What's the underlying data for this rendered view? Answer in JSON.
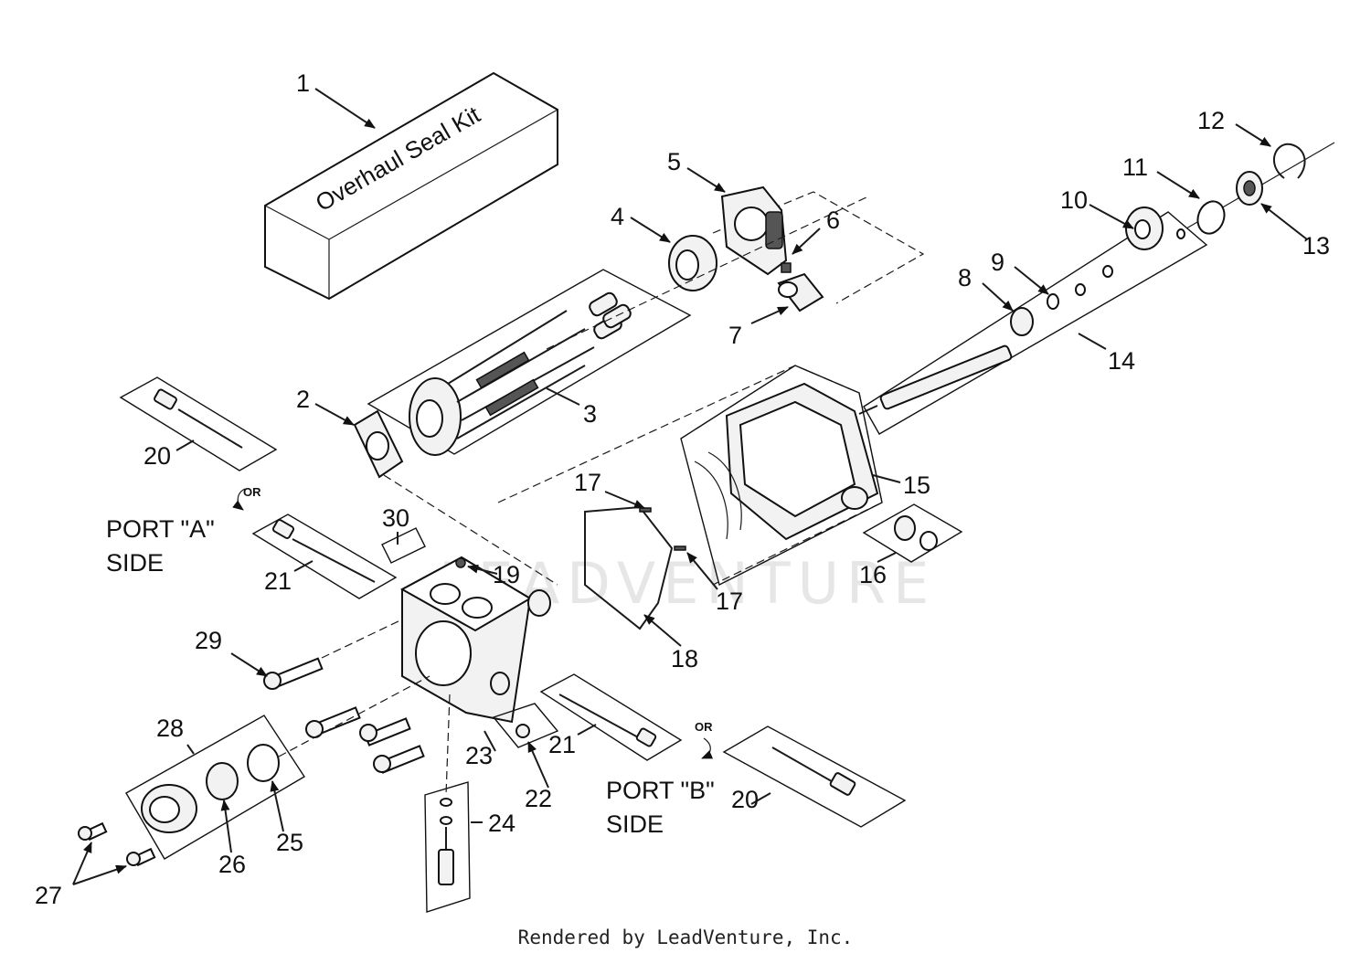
{
  "diagram": {
    "kit_box_text": "Overhaul Seal Kit",
    "port_a": {
      "line1": "PORT \"A\"",
      "line2": "SIDE",
      "or": "OR"
    },
    "port_b": {
      "line1": "PORT \"B\"",
      "line2": "SIDE",
      "or": "OR"
    },
    "watermark": "LEADVENTURE",
    "footer": "Rendered by LeadVenture, Inc.",
    "callouts": [
      {
        "id": "c1",
        "text": "1"
      },
      {
        "id": "c2",
        "text": "2"
      },
      {
        "id": "c3",
        "text": "3"
      },
      {
        "id": "c4",
        "text": "4"
      },
      {
        "id": "c5",
        "text": "5"
      },
      {
        "id": "c6",
        "text": "6"
      },
      {
        "id": "c7",
        "text": "7"
      },
      {
        "id": "c8",
        "text": "8"
      },
      {
        "id": "c9",
        "text": "9"
      },
      {
        "id": "c10",
        "text": "10"
      },
      {
        "id": "c11",
        "text": "11"
      },
      {
        "id": "c12",
        "text": "12"
      },
      {
        "id": "c13",
        "text": "13"
      },
      {
        "id": "c14",
        "text": "14"
      },
      {
        "id": "c15",
        "text": "15"
      },
      {
        "id": "c16",
        "text": "16"
      },
      {
        "id": "c17a",
        "text": "17"
      },
      {
        "id": "c17b",
        "text": "17"
      },
      {
        "id": "c18",
        "text": "18"
      },
      {
        "id": "c19",
        "text": "19"
      },
      {
        "id": "c20a",
        "text": "20"
      },
      {
        "id": "c20b",
        "text": "20"
      },
      {
        "id": "c21a",
        "text": "21"
      },
      {
        "id": "c21b",
        "text": "21"
      },
      {
        "id": "c22",
        "text": "22"
      },
      {
        "id": "c23",
        "text": "23"
      },
      {
        "id": "c24",
        "text": "24"
      },
      {
        "id": "c25",
        "text": "25"
      },
      {
        "id": "c26",
        "text": "26"
      },
      {
        "id": "c27",
        "text": "27"
      },
      {
        "id": "c28",
        "text": "28"
      },
      {
        "id": "c29",
        "text": "29"
      },
      {
        "id": "c30",
        "text": "30"
      }
    ]
  }
}
